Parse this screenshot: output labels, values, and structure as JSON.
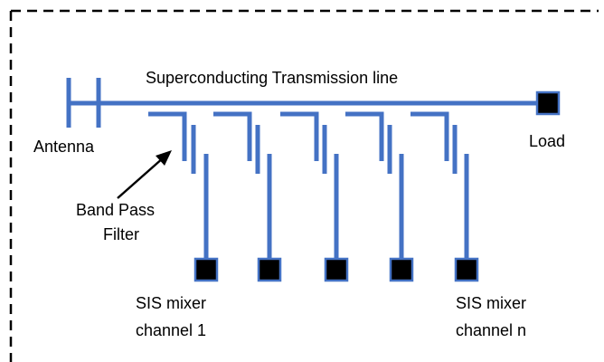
{
  "labels": {
    "transmission_line": "Superconducting Transmission line",
    "antenna": "Antenna",
    "load": "Load",
    "band_pass_filter_line1": "Band Pass",
    "band_pass_filter_line2": "Filter",
    "mixer_first_line1": "SIS mixer",
    "mixer_first_line2": "channel 1",
    "mixer_last_line1": "SIS mixer",
    "mixer_last_line2": "channel n"
  },
  "colors": {
    "line": "#4472c4",
    "terminal": "#000000",
    "border": "#000000",
    "text": "#000000"
  }
}
